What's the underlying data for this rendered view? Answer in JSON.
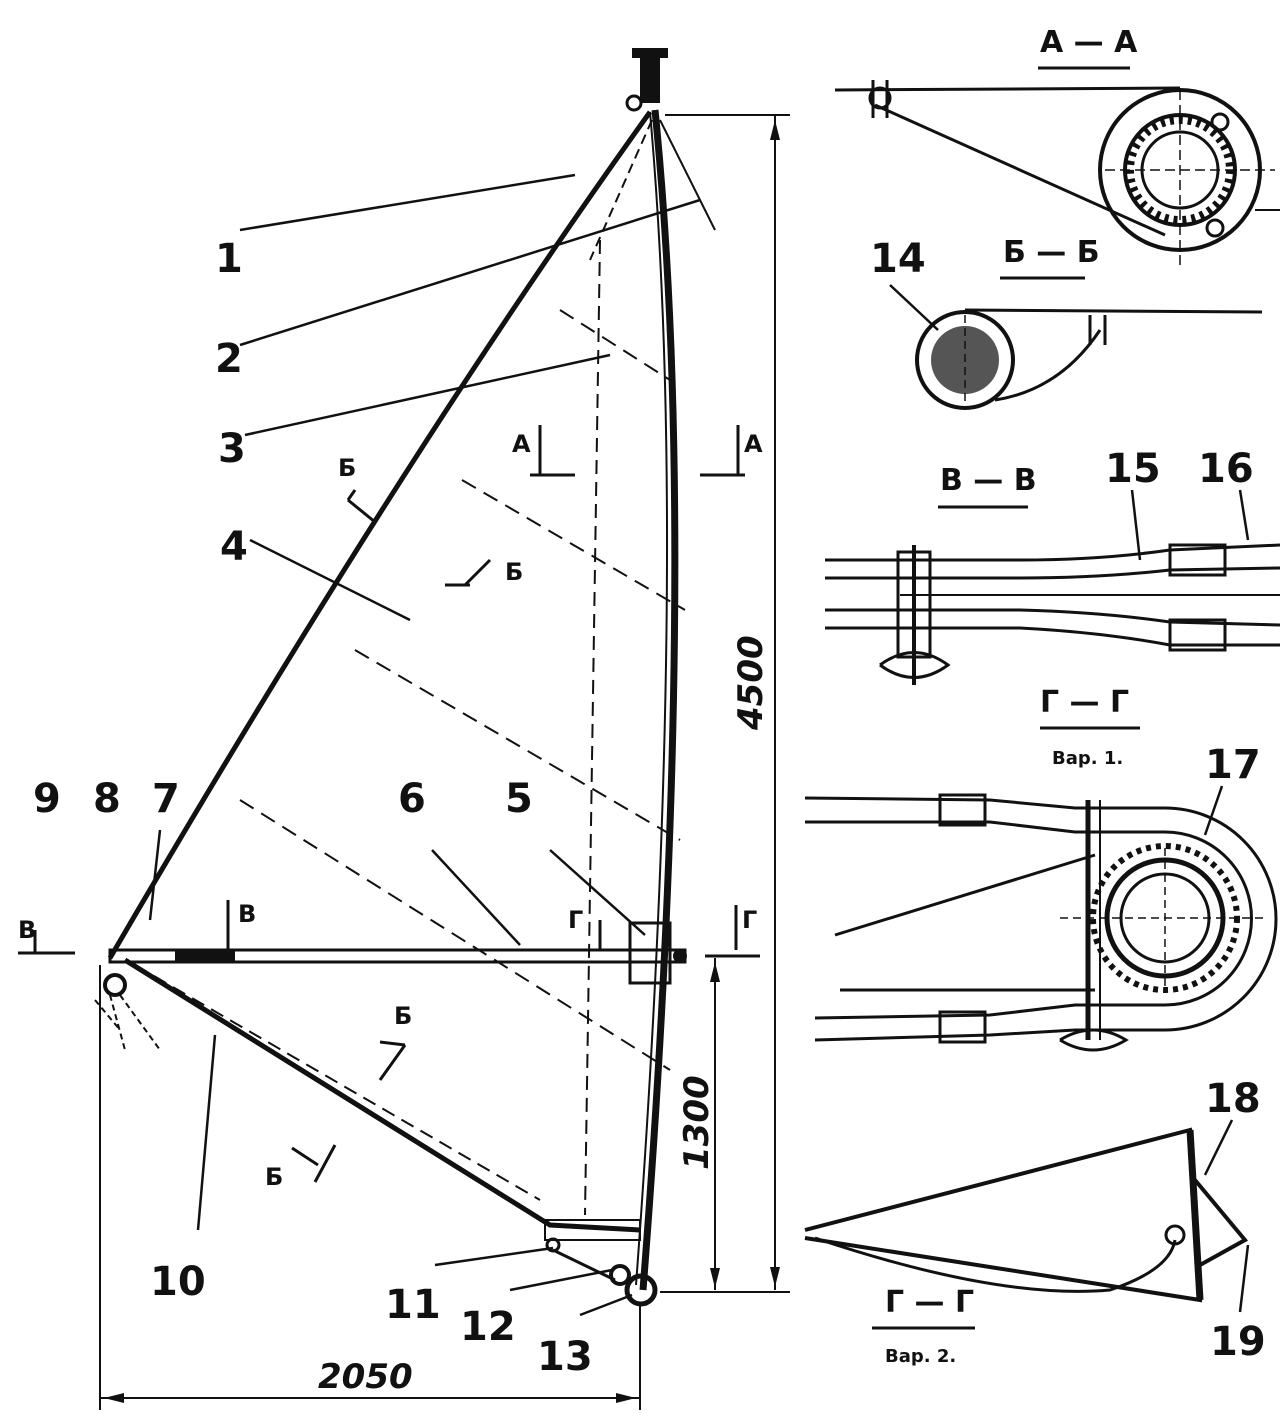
{
  "part_numbers": [
    "1",
    "2",
    "3",
    "4",
    "5",
    "6",
    "7",
    "8",
    "9",
    "10",
    "11",
    "12",
    "13",
    "14",
    "15",
    "16",
    "17",
    "18",
    "19"
  ],
  "dimensions": {
    "height": "4500",
    "boom_height": "1300",
    "width": "2050"
  },
  "sections": {
    "a_a": "А — А",
    "b_b": "Б — Б",
    "v_v": "В — В",
    "g_g_1": "Г — Г",
    "g_g_1_sub": "Вар. 1.",
    "g_g_2": "Г — Г",
    "g_g_2_sub": "Вар. 2."
  },
  "markers": {
    "a": "А",
    "b": "Б",
    "v": "В",
    "g": "Г"
  }
}
